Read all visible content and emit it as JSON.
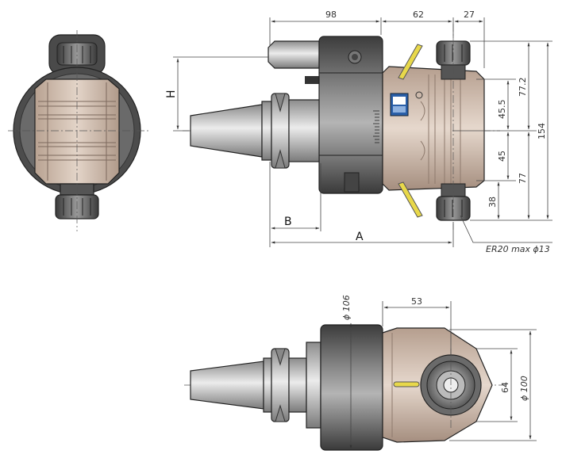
{
  "dimensions": {
    "d98": "98",
    "d62": "62",
    "d27": "27",
    "d77_2": "77.2",
    "d45_5": "45.5",
    "d154": "154",
    "d45": "45",
    "d77": "77",
    "d38": "38",
    "d53": "53",
    "d64": "64",
    "d_phi100": "ϕ 100",
    "d_phi106": "ϕ 106"
  },
  "labels": {
    "H": "H",
    "A": "A",
    "B": "B",
    "collet_note": "ER20 max ϕ13"
  },
  "colors": {
    "body_dark": "#5b5b5b",
    "body_tan": "#cdb9ab",
    "shank": "#bdbdbd",
    "slot_yellow": "#e8d84a",
    "logo_blue": "#2a5fa8"
  }
}
